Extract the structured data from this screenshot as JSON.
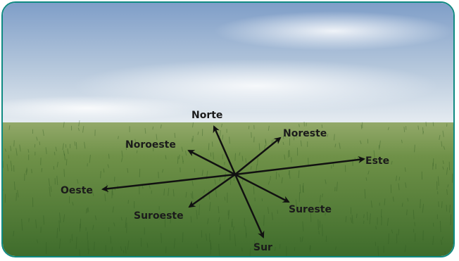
{
  "directions": {
    "north": "Norte",
    "northeast": "Noreste",
    "east": "Este",
    "southeast": "Sureste",
    "south": "Sur",
    "southwest": "Suroeste",
    "west": "Oeste",
    "northwest": "Noroeste"
  },
  "colors": {
    "frame_border": "#0f8a82",
    "sky_top": "#7f9ec8",
    "sky_bottom": "#dde6ee",
    "grass_top": "#7d9a52",
    "grass_bottom": "#3f6e2c",
    "arrow": "#111111"
  }
}
